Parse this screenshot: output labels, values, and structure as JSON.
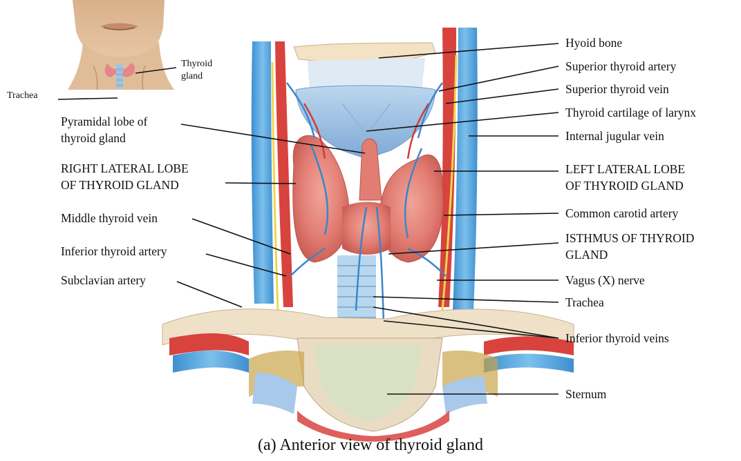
{
  "caption": "(a) Anterior view of thyroid gland",
  "inset": {
    "thyroid_gland": [
      "Thyroid",
      "gland"
    ],
    "trachea": "Trachea"
  },
  "labels_left": {
    "pyramidal_lobe": [
      "Pyramidal lobe of",
      "thyroid gland"
    ],
    "right_lateral_lobe": [
      "RIGHT LATERAL LOBE",
      "OF THYROID GLAND"
    ],
    "middle_thyroid_vein": "Middle thyroid vein",
    "inferior_thyroid_artery": "Inferior thyroid artery",
    "subclavian_artery": "Subclavian artery"
  },
  "labels_right": {
    "hyoid_bone": "Hyoid bone",
    "superior_thyroid_artery": "Superior thyroid artery",
    "superior_thyroid_vein": "Superior thyroid vein",
    "thyroid_cartilage": "Thyroid cartilage of larynx",
    "internal_jugular_vein": "Internal jugular vein",
    "left_lateral_lobe": [
      "LEFT LATERAL LOBE",
      "OF THYROID GLAND"
    ],
    "common_carotid_artery": "Common carotid artery",
    "isthmus": [
      "ISTHMUS OF THYROID",
      "GLAND"
    ],
    "vagus_nerve": "Vagus (X) nerve",
    "trachea": "Trachea",
    "inferior_thyroid_veins": "Inferior thyroid veins",
    "sternum": "Sternum"
  }
}
